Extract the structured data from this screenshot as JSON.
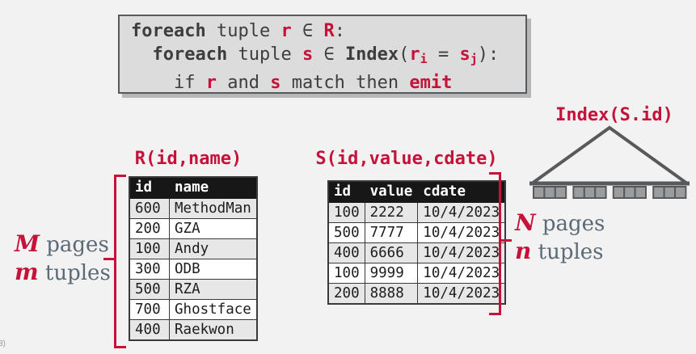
{
  "slide": {
    "background_color": "#f2f2f3",
    "accent_color": "#c41239",
    "corner_text": "3)"
  },
  "code_block": {
    "lines": [
      [
        {
          "t": "foreach",
          "s": "kw"
        },
        {
          "t": " tuple ",
          "s": "p"
        },
        {
          "t": "r",
          "s": "red"
        },
        {
          "t": " ∈ ",
          "s": "p"
        },
        {
          "t": "R",
          "s": "red"
        },
        {
          "t": ":",
          "s": "p"
        }
      ],
      [
        {
          "t": "  ",
          "s": "p"
        },
        {
          "t": "foreach",
          "s": "kw"
        },
        {
          "t": " tuple ",
          "s": "p"
        },
        {
          "t": "s",
          "s": "red"
        },
        {
          "t": " ∈ ",
          "s": "p"
        },
        {
          "t": "Index",
          "s": "kw"
        },
        {
          "t": "(",
          "s": "p"
        },
        {
          "t": "r",
          "s": "red"
        },
        {
          "t": "i",
          "s": "redsub"
        },
        {
          "t": " = ",
          "s": "p"
        },
        {
          "t": "s",
          "s": "red"
        },
        {
          "t": "j",
          "s": "redsub"
        },
        {
          "t": "):",
          "s": "p"
        }
      ],
      [
        {
          "t": "    if ",
          "s": "p"
        },
        {
          "t": "r",
          "s": "red"
        },
        {
          "t": " and ",
          "s": "p"
        },
        {
          "t": "s",
          "s": "red"
        },
        {
          "t": " match then ",
          "s": "p"
        },
        {
          "t": "emit",
          "s": "red"
        }
      ]
    ]
  },
  "r_table": {
    "title": "R(id,name)",
    "headers": [
      "id",
      "name"
    ],
    "rows": [
      [
        "600",
        "MethodMan"
      ],
      [
        "200",
        "GZA"
      ],
      [
        "100",
        "Andy"
      ],
      [
        "300",
        "ODB"
      ],
      [
        "500",
        "RZA"
      ],
      [
        "700",
        "Ghostface"
      ],
      [
        "400",
        "Raekwon"
      ]
    ]
  },
  "s_table": {
    "title": "S(id,value,cdate)",
    "headers": [
      "id",
      "value",
      "cdate"
    ],
    "rows": [
      [
        "100",
        "2222",
        "10/4/2023"
      ],
      [
        "500",
        "7777",
        "10/4/2023"
      ],
      [
        "400",
        "6666",
        "10/4/2023"
      ],
      [
        "100",
        "9999",
        "10/4/2023"
      ],
      [
        "200",
        "8888",
        "10/4/2023"
      ]
    ]
  },
  "left_annotation": {
    "lines": [
      {
        "symbol": "M",
        "rest": " pages"
      },
      {
        "symbol": "m",
        "rest": " tuples"
      }
    ]
  },
  "right_annotation": {
    "lines": [
      {
        "symbol": "N",
        "rest": " pages"
      },
      {
        "symbol": "n",
        "rest": " tuples"
      }
    ]
  },
  "index_figure": {
    "title": "Index(S.id)",
    "leaf_groups": 4,
    "leaves_per_group": 3,
    "triangle_stroke": "#58595b",
    "leaf_fill": "#9b9c9e"
  }
}
